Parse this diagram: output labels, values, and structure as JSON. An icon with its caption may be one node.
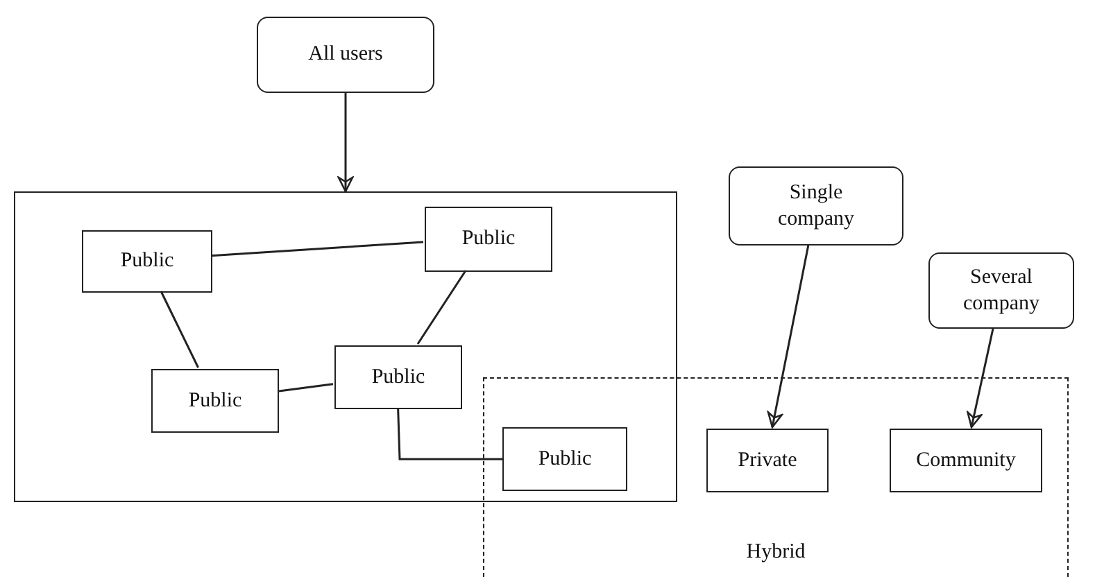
{
  "diagram": {
    "nodes": [
      {
        "text": [
          "All users"
        ]
      },
      {
        "text": [],
        "shape": "box"
      },
      {
        "text": [
          "Public"
        ],
        "in": 1
      },
      {
        "text": [
          "Public"
        ],
        "in": 1
      },
      {
        "text": [
          "Public"
        ],
        "in": 1
      },
      {
        "text": [
          "Public"
        ],
        "in": 1
      },
      {
        "text": [
          "Public"
        ]
      },
      {
        "text": [
          "Single company"
        ]
      },
      {
        "text": [
          "Several company"
        ]
      },
      {
        "text": [
          "Hybrid"
        ]
      },
      {
        "text": [
          "Private"
        ],
        "in": 9
      },
      {
        "text": [
          "Community"
        ],
        "in": 9
      }
    ],
    "edges": [
      {
        "from": 0,
        "to": 1,
        "arrow": "to"
      },
      {
        "from": 2,
        "to": 3,
        "arrow": "none"
      },
      {
        "from": 2,
        "to": 4,
        "arrow": "none"
      },
      {
        "from": 3,
        "to": 5,
        "arrow": "none"
      },
      {
        "from": 4,
        "to": 5,
        "arrow": "none"
      },
      {
        "from": 5,
        "to": 6,
        "arrow": "none"
      },
      {
        "from": 7,
        "to": 10,
        "arrow": "to"
      },
      {
        "from": 8,
        "to": 11,
        "arrow": "to"
      }
    ]
  }
}
